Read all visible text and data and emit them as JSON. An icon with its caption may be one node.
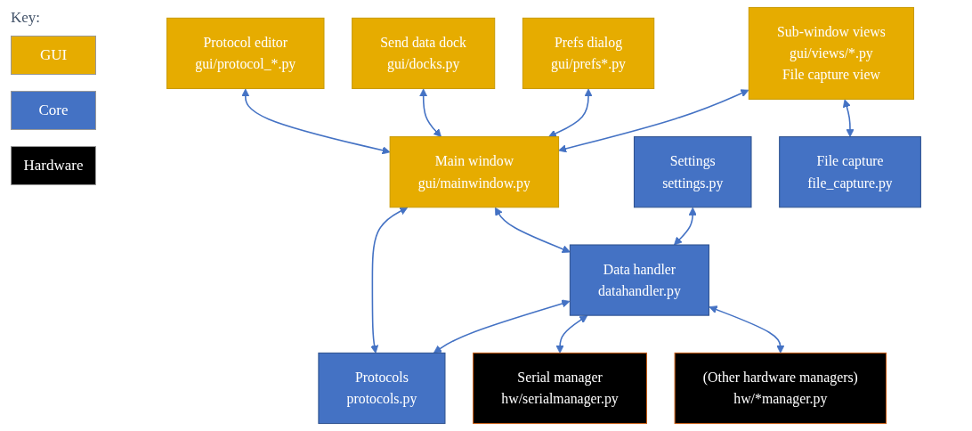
{
  "diagram": {
    "nodes": [
      {
        "text": [
          "Protocol editor",
          "gui/protocol_*.py"
        ]
      },
      {
        "text": [
          "Send data dock",
          "gui/docks.py"
        ]
      },
      {
        "text": [
          "Prefs dialog",
          "gui/prefs*.py"
        ]
      },
      {
        "text": [
          "Sub-window views",
          "gui/views/*.py",
          "File capture view"
        ]
      },
      {
        "text": [
          "Main window",
          "gui/mainwindow.py"
        ]
      },
      {
        "text": [
          "Settings",
          "settings.py"
        ]
      },
      {
        "text": [
          "Data handler",
          "datahandler.py"
        ]
      },
      {
        "text": [
          "Protocols",
          "protocols.py"
        ]
      },
      {
        "text": [
          "File capture",
          "file_capture.py"
        ]
      },
      {
        "text": [
          "Serial manager",
          "hw/serialmanager.py"
        ]
      },
      {
        "text": [
          "(Other hardware managers)",
          "hw/*manager.py"
        ]
      }
    ],
    "edges": [
      {
        "from": 0,
        "to": 4,
        "arrow": "both"
      },
      {
        "from": 1,
        "to": 4,
        "arrow": "both"
      },
      {
        "from": 2,
        "to": 4,
        "arrow": "both"
      },
      {
        "from": 3,
        "to": 4,
        "arrow": "both"
      },
      {
        "from": 4,
        "to": 6,
        "arrow": "both"
      },
      {
        "from": 4,
        "to": 7,
        "arrow": "both"
      },
      {
        "from": 5,
        "to": 6,
        "arrow": "both"
      },
      {
        "from": 6,
        "to": 7,
        "arrow": "both"
      },
      {
        "from": 8,
        "to": 3,
        "arrow": "both"
      },
      {
        "from": 6,
        "to": 9,
        "arrow": "both"
      },
      {
        "from": 6,
        "to": 10,
        "arrow": "both"
      }
    ],
    "labels": [
      "Key:"
    ],
    "legend": [
      {
        "text": "GUI",
        "color": "#e6ac00"
      },
      {
        "text": "Core",
        "color": "#4472c4"
      },
      {
        "text": "Hardware",
        "color": "#000000"
      }
    ]
  }
}
